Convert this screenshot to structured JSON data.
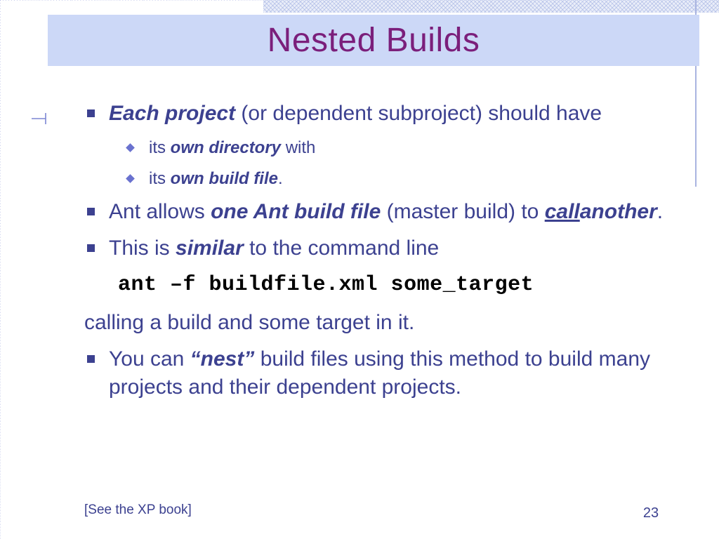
{
  "slide": {
    "title": "Nested Builds",
    "page_number": "23",
    "footer_note": "[See the XP book]",
    "colors": {
      "title_text": "#7b1f7b",
      "title_band": "#ccd8f7",
      "body_text": "#3c4190",
      "sub_bullet": "#6a72cf",
      "code_text": "#000000",
      "grid_line": "#8c96d7",
      "right_rule": "#a9b4e0"
    },
    "content": [
      {
        "kind": "bullet1",
        "marker": "square-bullet",
        "runs": [
          {
            "text": "Each project",
            "style": "bold-italic"
          },
          {
            "text": " (or dependent subproject) should have",
            "style": "normal"
          }
        ]
      },
      {
        "kind": "bullet2",
        "marker": "diamond-bullet",
        "runs": [
          {
            "text": "its ",
            "style": "normal"
          },
          {
            "text": "own directory",
            "style": "bold-italic"
          },
          {
            "text": "  with",
            "style": "normal"
          }
        ]
      },
      {
        "kind": "bullet2",
        "marker": "diamond-bullet",
        "runs": [
          {
            "text": "its ",
            "style": "normal"
          },
          {
            "text": "own build file",
            "style": "bold-italic"
          },
          {
            "text": ".",
            "style": "normal"
          }
        ]
      },
      {
        "kind": "bullet1",
        "marker": "square-bullet",
        "runs": [
          {
            "text": "Ant allows ",
            "style": "normal"
          },
          {
            "text": "one Ant build file",
            "style": "bold-italic"
          },
          {
            "text": " (master build) to ",
            "style": "normal"
          },
          {
            "text": "call another",
            "style": "bold-italic-underline-partial"
          },
          {
            "text": ".",
            "style": "normal"
          }
        ]
      },
      {
        "kind": "bullet1",
        "marker": "square-bullet",
        "runs": [
          {
            "text": "This is ",
            "style": "normal"
          },
          {
            "text": "similar",
            "style": "bold-italic"
          },
          {
            "text": "  to the command line",
            "style": "normal"
          }
        ]
      },
      {
        "kind": "code",
        "text": "ant –f buildfile.xml some_target"
      },
      {
        "kind": "plain",
        "runs": [
          {
            "text": "calling a build and some target in it.",
            "style": "normal"
          }
        ]
      },
      {
        "kind": "bullet1",
        "marker": "square-bullet",
        "runs": [
          {
            "text": "You can  ",
            "style": "normal"
          },
          {
            "text": "“nest”",
            "style": "bold-italic"
          },
          {
            "text": " build files using this method to build many projects and  their dependent projects.",
            "style": "normal"
          }
        ]
      }
    ],
    "text_fragments": {
      "b1_each_project_strong": "Each project",
      "b1_each_project_rest": " (or dependent subproject) should have",
      "b2_its_1": "its ",
      "b2_own_directory": "own directory",
      "b2_with": "  with",
      "b2_its_2": "its ",
      "b2_own_build_file": "own build file",
      "b2_period": ".",
      "b1_ant_allows": "Ant allows ",
      "b1_one_ant_build_file": "one Ant build file",
      "b1_master_build_to": " (master build) to ",
      "b1_call": "call",
      "b1_another": "another",
      "b1_another_period": ".",
      "b1_this_is": "This is ",
      "b1_similar": "similar",
      "b1_to_command_line": "  to the command line",
      "code_line": "ant –f buildfile.xml some_target",
      "plain_calling": "calling a build and some target in it.",
      "b1_you_can": "You can  ",
      "b1_nest": "“nest”",
      "b1_build_files_rest": " build files using this method to build many projects and  their dependent projects."
    }
  }
}
